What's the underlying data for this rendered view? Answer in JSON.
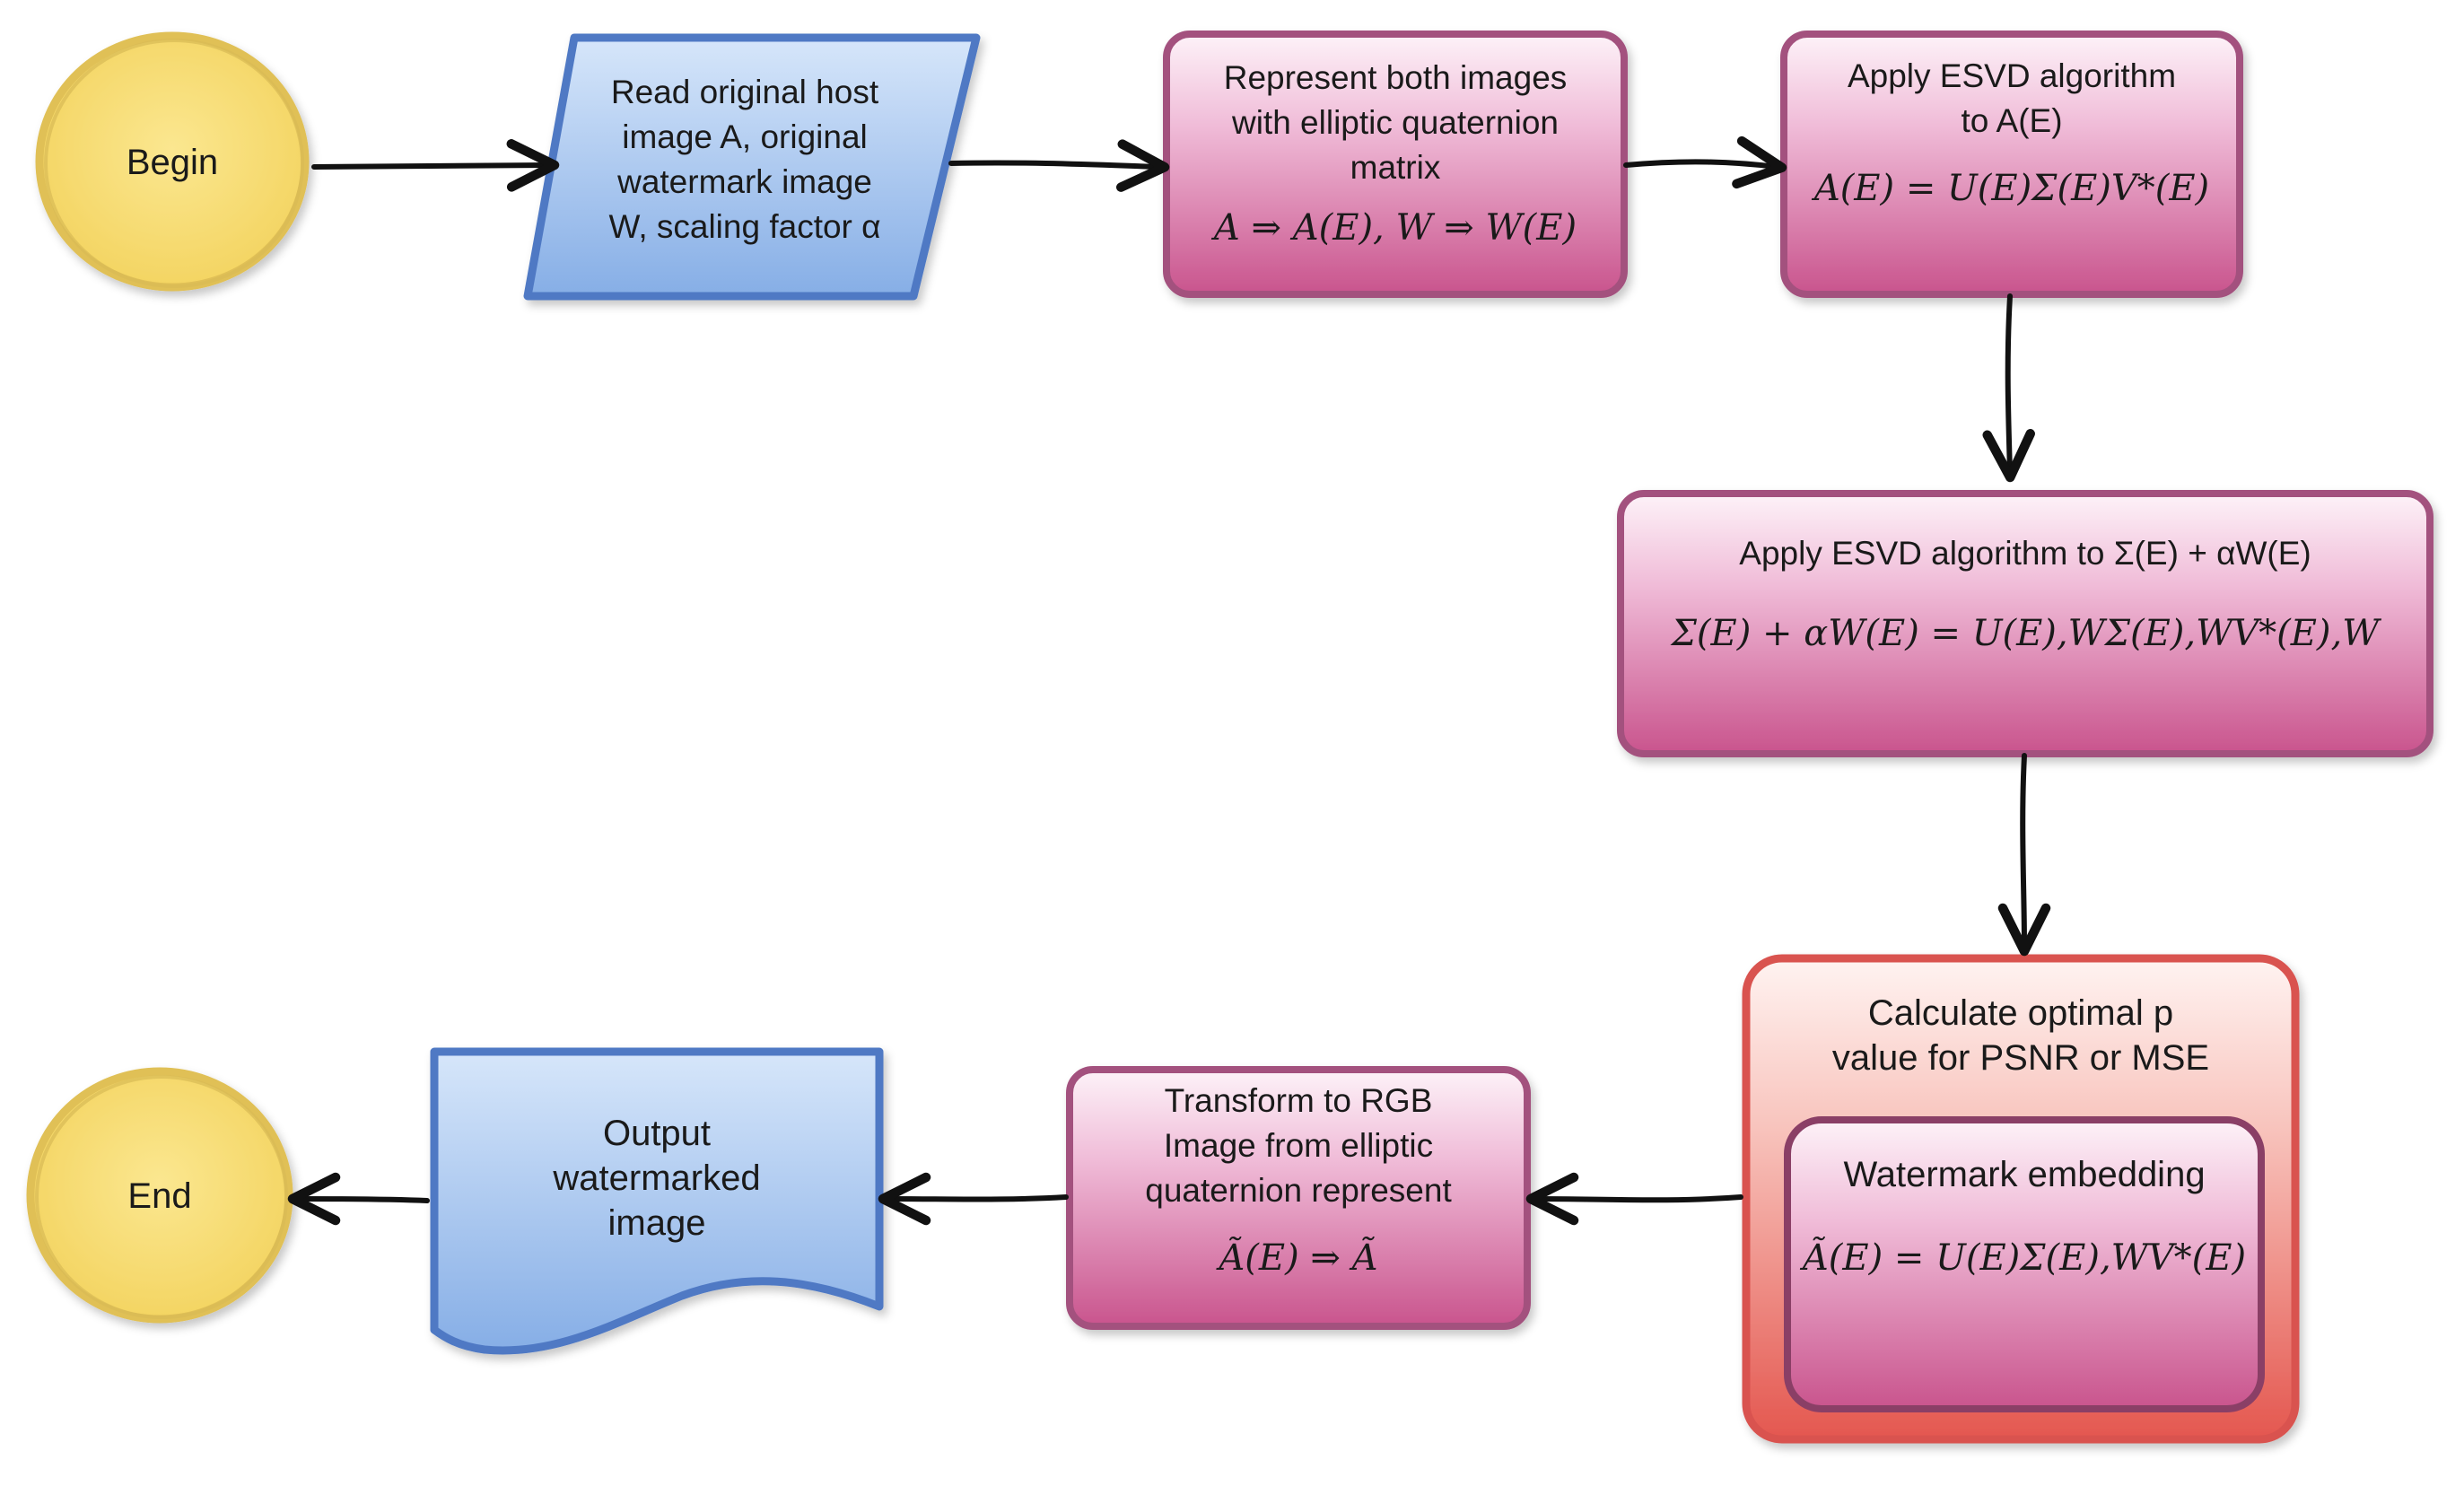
{
  "nodes": {
    "begin": "Begin",
    "read_input": [
      "Read original host",
      "image A,  original",
      "watermark image",
      "W, scaling factor α"
    ],
    "represent": {
      "lines": [
        "Represent both images",
        "with elliptic quaternion",
        "matrix"
      ],
      "formula": "A ⇒ A(E), W ⇒ W(E)"
    },
    "esvd_a": {
      "lines": [
        "Apply ESVD algorithm",
        "to A(E)"
      ],
      "formula": "A(E) = U(E)Σ(E)V*(E)"
    },
    "esvd_sigma": {
      "line": "Apply ESVD algorithm to Σ(E) + αW(E)",
      "formula": "Σ(E) + αW(E) = U(E),WΣ(E),WV*(E),W"
    },
    "optimal_p": [
      "Calculate optimal p",
      "value for PSNR or MSE"
    ],
    "embedding": {
      "title": "Watermark embedding",
      "formula": "Ã(E) = U(E)Σ(E),WV*(E)"
    },
    "transform": {
      "lines": [
        "Transform to RGB",
        "Image from elliptic",
        "quaternion represent"
      ],
      "formula": "Ã(E) ⇒ Ã"
    },
    "output": [
      "Output",
      "watermarked",
      "image"
    ],
    "end": "End"
  },
  "colors": {
    "oval_fill": "#f7dc6f",
    "oval_stroke": "#e2c25a",
    "blue_fill": "#9fc0ea",
    "blue_stroke": "#4f79c4",
    "pink_top": "#fbeaf3",
    "pink_bottom": "#c9548d",
    "pink_stroke": "#a3517e",
    "red_top": "#fde9e6",
    "red_bottom": "#e9685e",
    "red_stroke": "#d9534f"
  }
}
